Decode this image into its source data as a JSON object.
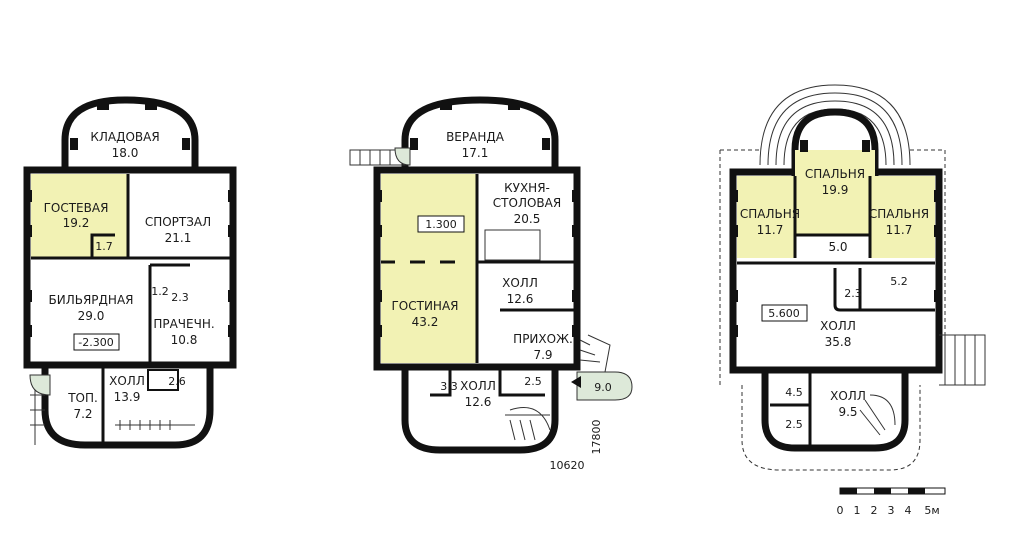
{
  "colors": {
    "room_pink": "#f7dde4",
    "room_yellow": "#f2f2b4",
    "room_green": "#dde9d9",
    "wall": "#111111"
  },
  "plan1": {
    "rooms": [
      {
        "name": "КЛАДОВАЯ",
        "area": "18.0"
      },
      {
        "name": "ГОСТЕВАЯ",
        "area": "19.2"
      },
      {
        "name": "СПОРТЗАЛ",
        "area": "21.1"
      },
      {
        "name": "",
        "area": "1.7"
      },
      {
        "name": "БИЛЬЯРДНАЯ",
        "area": "29.0"
      },
      {
        "name": "",
        "area": "1.2"
      },
      {
        "name": "",
        "area": "2.3"
      },
      {
        "name": "ПРАЧЕЧН.",
        "area": "10.8"
      },
      {
        "name": "ТОП.",
        "area": "7.2"
      },
      {
        "name": "ХОЛЛ",
        "area": "13.9"
      },
      {
        "name": "",
        "area": "2.6"
      }
    ],
    "level": "-2.300"
  },
  "plan2": {
    "rooms": [
      {
        "name": "ВЕРАНДА",
        "area": "17.1"
      },
      {
        "name": "КУХНЯ-",
        "name2": "СТОЛОВАЯ",
        "area": "20.5"
      },
      {
        "name": "ГОСТИНАЯ",
        "area": "43.2"
      },
      {
        "name": "ХОЛЛ",
        "area": "12.6"
      },
      {
        "name": "ПРИХОЖ.",
        "area": "7.9"
      },
      {
        "name": "",
        "area": "3.3"
      },
      {
        "name": "ХОЛЛ",
        "area": "12.6"
      },
      {
        "name": "",
        "area": "2.5"
      },
      {
        "name": "",
        "area": "9.0"
      }
    ],
    "level": "1.300",
    "dim_width": "10620",
    "dim_height": "17800"
  },
  "plan3": {
    "rooms": [
      {
        "name": "СПАЛЬНЯ",
        "area": "19.9"
      },
      {
        "name": "СПАЛЬНЯ",
        "area": "11.7"
      },
      {
        "name": "СПАЛЬНЯ",
        "area": "11.7"
      },
      {
        "name": "",
        "area": "5.0"
      },
      {
        "name": "",
        "area": "2.3"
      },
      {
        "name": "",
        "area": "5.2"
      },
      {
        "name": "ХОЛЛ",
        "area": "35.8"
      },
      {
        "name": "",
        "area": "4.5"
      },
      {
        "name": "",
        "area": "2.5"
      },
      {
        "name": "ХОЛЛ",
        "area": "9.5"
      }
    ],
    "level": "5.600"
  },
  "scale": {
    "ticks": [
      "0",
      "1",
      "2",
      "3",
      "4",
      "5м"
    ]
  }
}
